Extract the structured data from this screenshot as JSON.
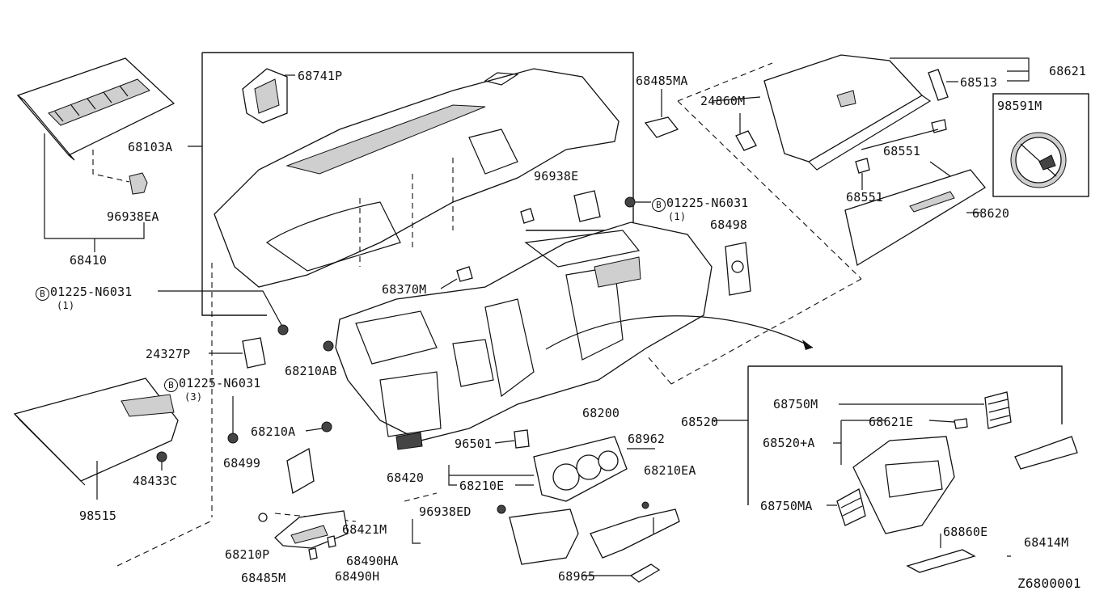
{
  "diagram_code": "Z6800001",
  "callouts": {
    "p68410": "68410",
    "p68103A": "68103A",
    "p96938EA": "96938EA",
    "p68741P": "68741P",
    "p68485MA": "68485MA",
    "p24860M": "24860M",
    "p68513": "68513",
    "p68621": "68621",
    "p98591M": "98591M",
    "p68551a": "68551",
    "p68551b": "68551",
    "p68620": "68620",
    "p96938E": "96938E",
    "p01225_top": "01225-N6031",
    "p01225_top_q": "(1)",
    "p68498": "68498",
    "p01225_left": "01225-N6031",
    "p01225_left_q": "(1)",
    "p68370M": "68370M",
    "p24327P": "24327P",
    "p68210AB": "68210AB",
    "p01225_mid": "01225-N6031",
    "p01225_mid_q": "(3)",
    "p68210A": "68210A",
    "p68200": "68200",
    "p68520": "68520",
    "p68750M": "68750M",
    "p68621E": "68621E",
    "p68520A": "68520+A",
    "p68750MA": "68750MA",
    "p96501": "96501",
    "p68962": "68962",
    "p68210EA": "68210EA",
    "p68499": "68499",
    "p48433C": "48433C",
    "p98515": "98515",
    "p68420": "68420",
    "p68210E": "68210E",
    "p96938ED": "96938ED",
    "p68421M": "68421M",
    "p68860E": "68860E",
    "p68414M": "68414M",
    "p68210P": "68210P",
    "p68485M": "68485M",
    "p68490HA": "68490HA",
    "p68490H": "68490H",
    "p68965": "68965"
  },
  "circle_marker": "B"
}
